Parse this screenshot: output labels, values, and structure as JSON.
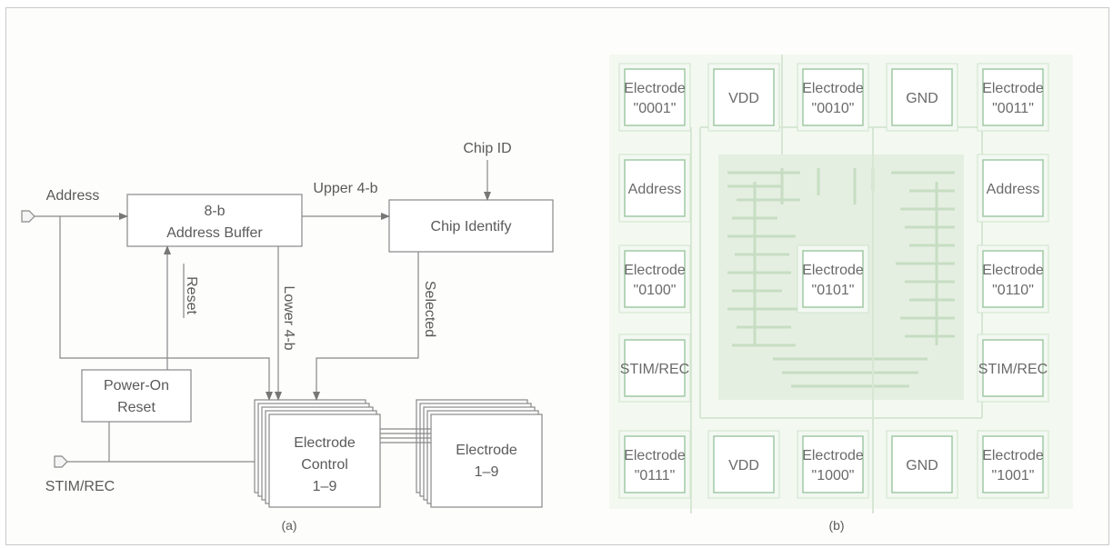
{
  "diagram_a": {
    "caption": "(a)",
    "inputs": {
      "address": "Address",
      "stim_rec": "STIM/REC"
    },
    "blocks": {
      "address_buffer": [
        "8-b",
        "Address Buffer"
      ],
      "chip_identify": [
        "Chip Identify"
      ],
      "power_on_reset": [
        "Power-On",
        "Reset"
      ],
      "electrode_control": [
        "Electrode",
        "Control",
        "1–9"
      ],
      "electrode": [
        "Electrode",
        "1–9"
      ]
    },
    "signals": {
      "chip_id": "Chip ID",
      "upper": "Upper 4-b",
      "lower": "Lower 4-b",
      "selected": "Selected",
      "reset": "Reset"
    }
  },
  "diagram_b": {
    "caption": "(b)",
    "pads": [
      [
        "Electrode\n\"0001\"",
        "VDD",
        "Electrode\n\"0010\"",
        "GND",
        "Electrode\n\"0011\""
      ],
      [
        "Address",
        "",
        "",
        "",
        "Address"
      ],
      [
        "Electrode\n\"0100\"",
        "",
        "Electrode\n\"0101\"",
        "",
        "Electrode\n\"0110\""
      ],
      [
        "STIM/REC",
        "",
        "",
        "",
        "STIM/REC"
      ],
      [
        "Electrode\n\"0111\"",
        "VDD",
        "Electrode\n\"1000\"",
        "GND",
        "Electrode\n\"1001\""
      ]
    ],
    "colors": {
      "pad_border": "#9fc9a5",
      "pad_fill": "#ffffff",
      "die": "#e4efe1",
      "trace": "#c4dcc0"
    }
  }
}
